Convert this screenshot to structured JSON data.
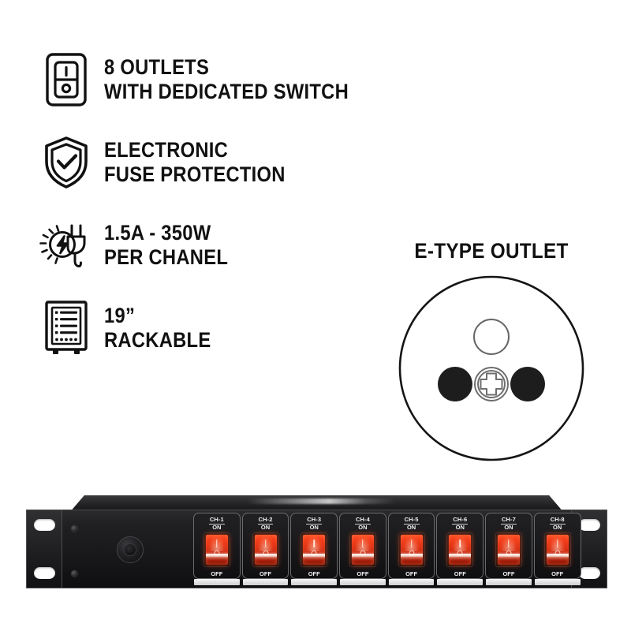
{
  "features": [
    {
      "icon": "rocker-switch-icon",
      "line1": "8 OUTLETS",
      "line2": "WITH DEDICATED SWITCH"
    },
    {
      "icon": "shield-check-icon",
      "line1": "ELECTRONIC",
      "line2": "FUSE PROTECTION"
    },
    {
      "icon": "power-plug-bolt-icon",
      "line1": "1.5A - 350W",
      "line2": "PER CHANEL"
    },
    {
      "icon": "server-rack-icon",
      "line1": "19”",
      "line2": "RACKABLE"
    }
  ],
  "outlet": {
    "title": "E-TYPE OUTLET",
    "diagram_name": "e-type-socket-diagram",
    "parts": {
      "earth_pin_hole": "earth-pin-hole",
      "left_contact": "left-contact-hole",
      "right_contact": "right-contact-hole",
      "center_screw": "center-phillips-screw"
    },
    "colors": {
      "outline": "#1a1a1a",
      "contact_fill": "#1d1d1d",
      "screw_outline": "#6e6e6e"
    }
  },
  "rack_unit": {
    "name": "8-channel-rack-power-switcher",
    "channels": [
      {
        "id": "CH-1",
        "on_label": "ON",
        "off_label": "OFF",
        "state": "on"
      },
      {
        "id": "CH-2",
        "on_label": "ON",
        "off_label": "OFF",
        "state": "on"
      },
      {
        "id": "CH-3",
        "on_label": "ON",
        "off_label": "OFF",
        "state": "on"
      },
      {
        "id": "CH-4",
        "on_label": "ON",
        "off_label": "OFF",
        "state": "on"
      },
      {
        "id": "CH-5",
        "on_label": "ON",
        "off_label": "OFF",
        "state": "on"
      },
      {
        "id": "CH-6",
        "on_label": "ON",
        "off_label": "OFF",
        "state": "on"
      },
      {
        "id": "CH-7",
        "on_label": "ON",
        "off_label": "OFF",
        "state": "on"
      },
      {
        "id": "CH-8",
        "on_label": "ON",
        "off_label": "OFF",
        "state": "on"
      }
    ],
    "colors": {
      "chassis": "#1a1a1c",
      "switch_lit": "#e02f10",
      "panel_text": "#f2f2f2",
      "label_strip": "#e8e8e8"
    }
  },
  "background_color": "#ffffff",
  "text_color": "#111111"
}
